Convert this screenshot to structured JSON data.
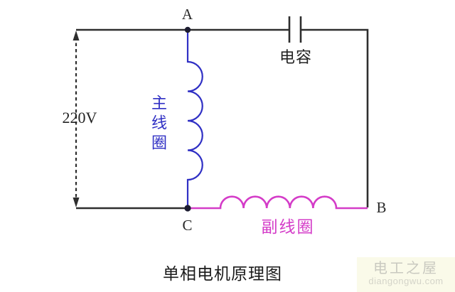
{
  "diagram": {
    "title": "单相电机原理图",
    "voltage_label": "220V",
    "nodes": {
      "a": "A",
      "b": "B",
      "c": "C"
    },
    "capacitor_label": "电容",
    "main_coil_label": "主线圈",
    "aux_coil_label": "副线圈",
    "colors": {
      "wire": "#2e2e2e",
      "main_coil": "#2f2fc4",
      "aux_coil": "#d43cc8",
      "watermark_bg": "#fafae9"
    }
  },
  "watermark": {
    "site_name": "电工之屋",
    "site_url": "diangongwu.com"
  }
}
